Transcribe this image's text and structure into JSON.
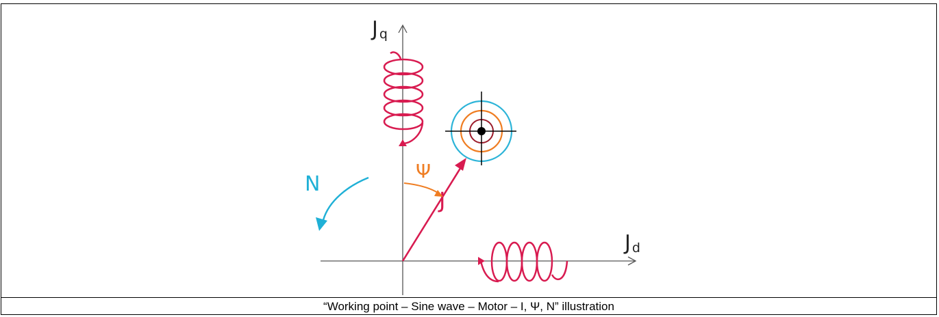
{
  "labels": {
    "axis_q_main": "J",
    "axis_q_sub": "q",
    "axis_d_main": "J",
    "axis_d_sub": "d",
    "current": "J",
    "angle": "Ψ",
    "speed": "N"
  },
  "caption": "“Working point – Sine wave – Motor – I, Ψ, N” illustration",
  "colors": {
    "axis": "#555555",
    "current_vector": "#d81b50",
    "coil": "#d81b50",
    "angle_arrow": "#ef7d22",
    "speed_arrow": "#1fb0d6",
    "target_outer": "#2db4d8",
    "target_middle": "#ef7d22",
    "target_inner": "#9b1b2a",
    "crosshair": "#000000"
  }
}
